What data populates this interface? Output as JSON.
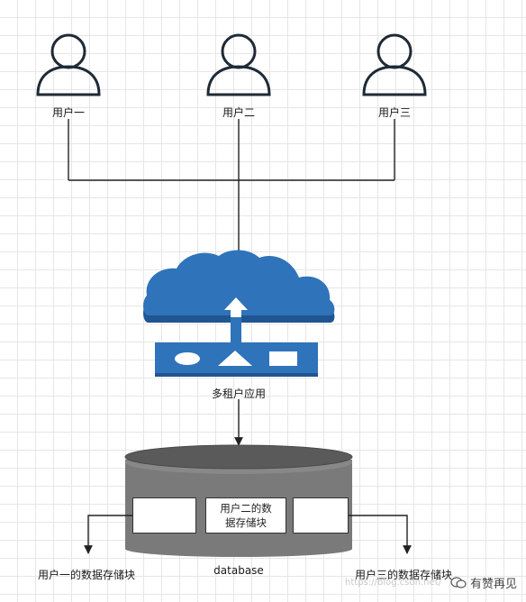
{
  "users": [
    {
      "label": "用户一"
    },
    {
      "label": "用户二"
    },
    {
      "label": "用户三"
    }
  ],
  "app": {
    "label": "多租户应用"
  },
  "database": {
    "label": "database",
    "blocks": [
      "",
      "用户二的数据存储块",
      ""
    ],
    "block2_line1": "用户二的数",
    "block2_line2": "据存储块"
  },
  "outputs": {
    "left": "用户一的数据存储块",
    "right": "用户三的数据存储块"
  },
  "watermark": {
    "url": "https://blog.csdn.net/",
    "text": "有赞再见"
  },
  "colors": {
    "cloud": "#2f73ba",
    "cloud_shadow": "#1f5592",
    "db_body": "#7a7a7a",
    "db_top": "#5a5a5a",
    "connector": "#222222"
  }
}
